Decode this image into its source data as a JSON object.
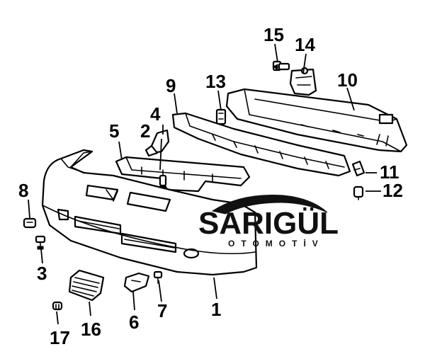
{
  "callouts": [
    {
      "id": "1",
      "label": "1"
    },
    {
      "id": "2",
      "label": "2"
    },
    {
      "id": "3",
      "label": "3"
    },
    {
      "id": "4",
      "label": "4"
    },
    {
      "id": "5",
      "label": "5"
    },
    {
      "id": "6",
      "label": "6"
    },
    {
      "id": "7",
      "label": "7"
    },
    {
      "id": "8",
      "label": "8"
    },
    {
      "id": "9",
      "label": "9"
    },
    {
      "id": "10",
      "label": "10"
    },
    {
      "id": "11",
      "label": "11"
    },
    {
      "id": "12",
      "label": "12"
    },
    {
      "id": "13",
      "label": "13"
    },
    {
      "id": "14",
      "label": "14"
    },
    {
      "id": "15",
      "label": "15"
    },
    {
      "id": "16",
      "label": "16"
    },
    {
      "id": "17",
      "label": "17"
    }
  ],
  "watermark": {
    "brand": "SARIGÜL",
    "tagline": "OTOMOTİV"
  }
}
